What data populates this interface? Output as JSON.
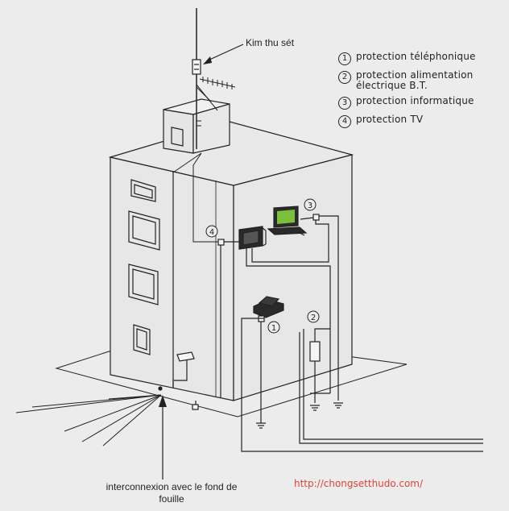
{
  "labels": {
    "lightning_rod": "Kim thu sét",
    "ground_interconnect": "interconnexion avec le fond de fouille",
    "website": "http://chongsetthudo.com/"
  },
  "legend": [
    {
      "num": "1",
      "text": "protection téléphonique"
    },
    {
      "num": "2",
      "text": "protection alimentation électrique B.T."
    },
    {
      "num": "3",
      "text": "protection informatique"
    },
    {
      "num": "4",
      "text": "protection TV"
    }
  ],
  "markers": {
    "m1": "1",
    "m2": "2",
    "m3": "3",
    "m4": "4"
  },
  "colors": {
    "background": "#ececec",
    "line": "#222222",
    "website": "#d9453b",
    "screen": "#7cbf3a"
  }
}
